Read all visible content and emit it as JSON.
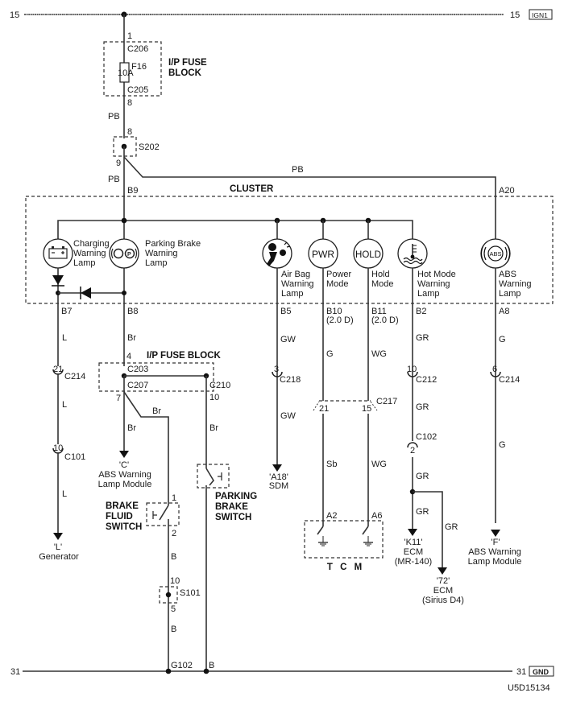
{
  "rails": {
    "top_left": "15",
    "top_right": "15",
    "top_tag": "IGN1",
    "bottom_left": "31",
    "bottom_right": "31",
    "bottom_tag": "GND"
  },
  "fuse_block_top": {
    "title_line1": "I/P FUSE",
    "title_line2": "BLOCK",
    "pin_in": "1",
    "conn_in": "C206",
    "fuse_id": "F16",
    "fuse_rating": "10A",
    "conn_out": "C205",
    "pin_out": "8"
  },
  "splice_s202": {
    "name": "S202",
    "pin_in": "8",
    "pin_out": "9",
    "wire_in": "PB",
    "wire_out": "PB",
    "branch_wire": "PB"
  },
  "cluster": {
    "title": "CLUSTER",
    "pin_main": "B9",
    "pin_abs_in": "A20",
    "lamps": [
      {
        "icon": "battery-icon",
        "label1": "Charging",
        "label2": "Warning",
        "label3": "Lamp",
        "pin": "B7",
        "wire": "L"
      },
      {
        "icon": "parking-brake-icon",
        "label1": "Parking Brake",
        "label2": "Warning",
        "label3": "Lamp",
        "pin": "B8",
        "wire": "Br"
      },
      {
        "icon": "airbag-icon",
        "label1": "Air Bag",
        "label2": "Warning",
        "label3": "Lamp",
        "pin": "B5",
        "wire": "GW"
      },
      {
        "icon": "power-mode-icon",
        "icon_text": "PWR",
        "label1": "Power",
        "label2": "Mode",
        "pin": "B10",
        "pin_note": "(2.0 D)",
        "wire": "G"
      },
      {
        "icon": "hold-mode-icon",
        "icon_text": "HOLD",
        "label1": "Hold",
        "label2": "Mode",
        "pin": "B11",
        "pin_note": "(2.0 D)",
        "wire": "WG"
      },
      {
        "icon": "coolant-temp-icon",
        "label1": "Hot Mode",
        "label2": "Warning",
        "label3": "Lamp",
        "pin": "B2",
        "wire": "GR"
      },
      {
        "icon": "abs-icon",
        "icon_text": "ABS",
        "label1": "ABS",
        "label2": "Warning",
        "label3": "Lamp",
        "pin": "A8",
        "wire": "G"
      }
    ]
  },
  "charging_circuit": {
    "conn1_pin": "21",
    "conn1": "C214",
    "wire_mid": "L",
    "conn2_pin": "10",
    "conn2": "C101",
    "wire_end": "L",
    "dest_ref": "'L'",
    "dest_name": "Generator"
  },
  "fuse_block_mid": {
    "title": "I/P FUSE BLOCK",
    "pin_in": "4",
    "conn_in": "C203",
    "conn_left": "C207",
    "pin_left": "7",
    "conn_right": "C210",
    "pin_right": "10",
    "wire_left": "Br",
    "wire_branch": "Br",
    "wire_right": "Br"
  },
  "abs_module_c": {
    "ref": "'C'",
    "line1": "ABS Warning",
    "line2": "Lamp Module"
  },
  "brake_fluid_switch": {
    "line1": "BRAKE",
    "line2": "FLUID",
    "line3": "SWITCH",
    "pin_in": "1",
    "pin_out": "2",
    "wire_out": "B"
  },
  "splice_s101": {
    "name": "S101",
    "pin_in": "10",
    "pin_out": "5",
    "wire_out": "B"
  },
  "parking_brake_switch": {
    "line1": "PARKING",
    "line2": "BRAKE",
    "line3": "SWITCH"
  },
  "ground": {
    "name": "G102",
    "wire": "B"
  },
  "airbag_circuit": {
    "conn_pin": "3",
    "conn": "C218",
    "wire_after": "GW",
    "dest_ref": "'A18'",
    "dest_name": "SDM"
  },
  "tcm_circuit": {
    "conn": "C217",
    "pin_pwr": "21",
    "pin_hold": "15",
    "wire_pwr_after": "Sb",
    "wire_hold_after": "WG",
    "tcm_pin_pwr": "A2",
    "tcm_pin_hold": "A6",
    "tcm_label": "T C M"
  },
  "hot_mode_circuit": {
    "conn1_pin": "10",
    "conn1": "C212",
    "wire_mid": "GR",
    "conn2": "C102",
    "conn2_pin": "2",
    "wire_after": "GR",
    "wire_k11": "GR",
    "wire_72": "GR",
    "dest1_ref": "'K11'",
    "dest1_name": "ECM",
    "dest1_note": "(MR-140)",
    "dest2_ref": "'72'",
    "dest2_name": "ECM",
    "dest2_note": "(Sirius D4)"
  },
  "abs_circuit": {
    "conn_pin": "6",
    "conn": "C214",
    "wire_after": "G",
    "dest_ref": "'F'",
    "dest_line1": "ABS Warning",
    "dest_line2": "Lamp Module"
  },
  "figure_id": "U5D15134"
}
